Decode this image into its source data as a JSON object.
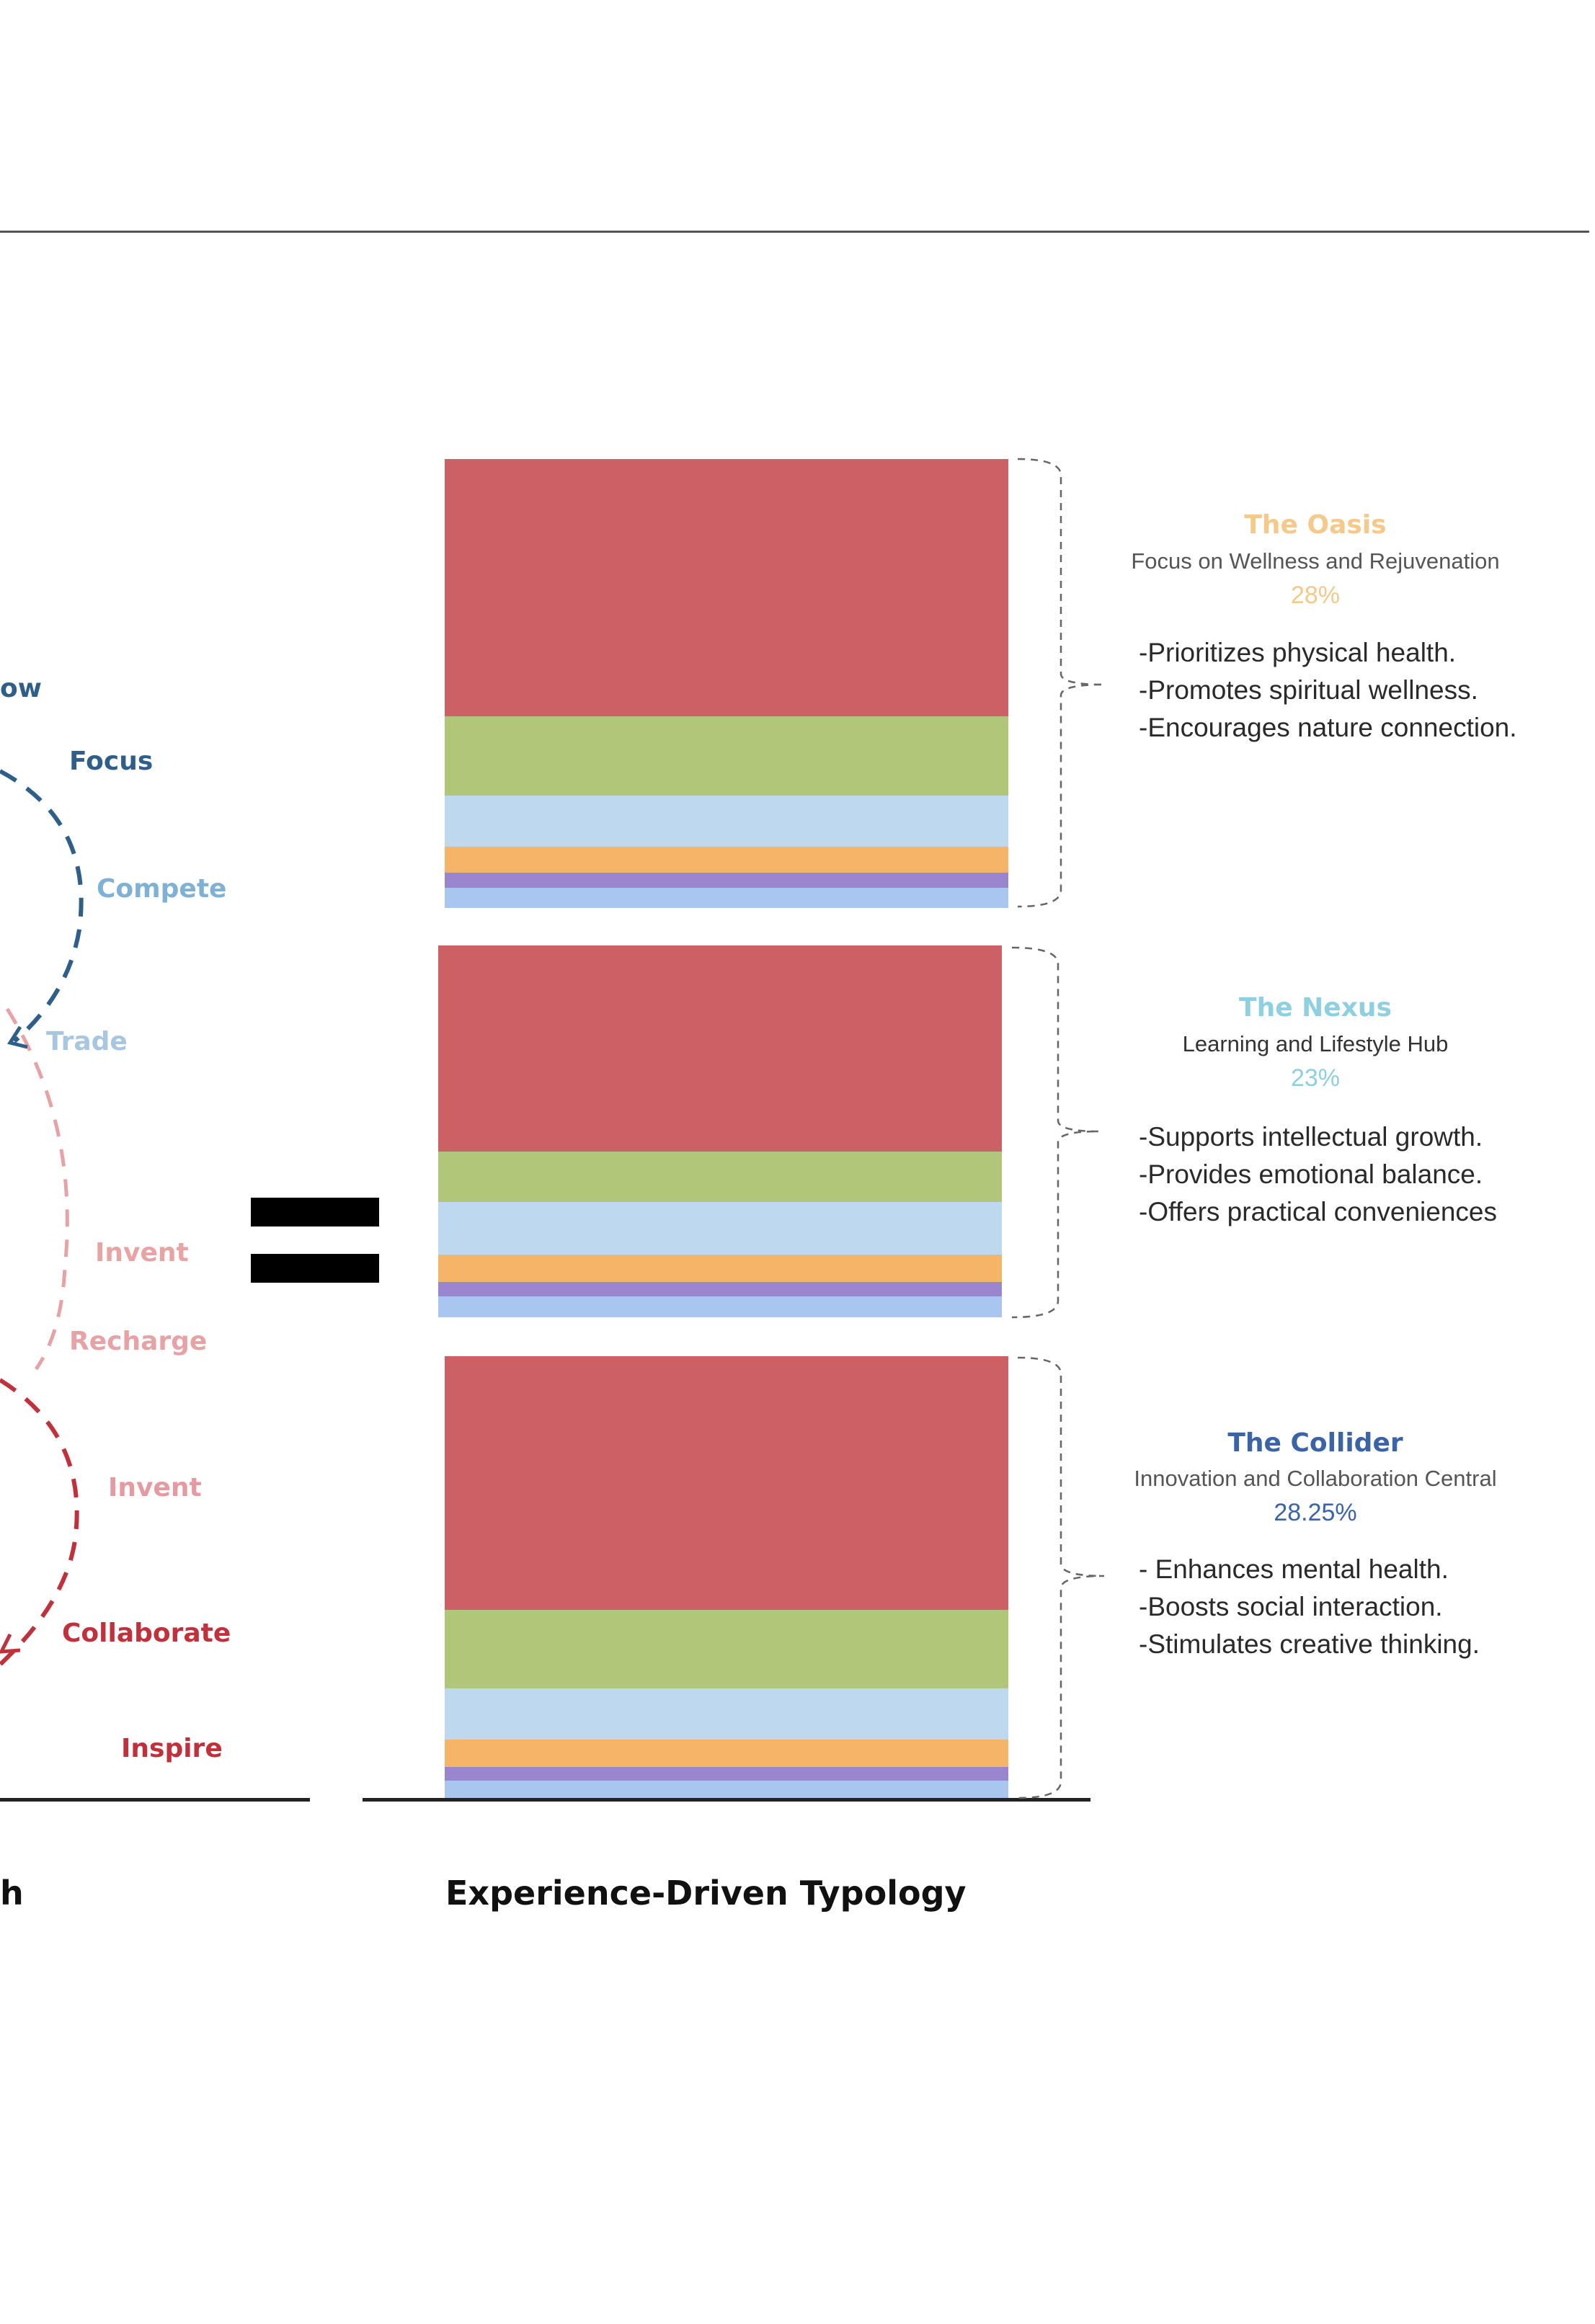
{
  "colors": {
    "red": "#cc6064",
    "green": "#b1c679",
    "light_blue": "#bdd8ef",
    "orange": "#f6b466",
    "purple": "#9a86cf",
    "periwinkle": "#a8c6ef",
    "oasis_accent": "#f4c98a",
    "nexus_accent": "#8fd0e0",
    "collider_accent": "#3b63a8",
    "dark_blue_loop": "#2f5f89",
    "light_blue_loop": "#7fb1d6",
    "pink_loop": "#e7a2a5",
    "red_loop": "#c0313c"
  },
  "left_diagram": {
    "partial_label_top": "ow",
    "partial_caption": "h",
    "labels": {
      "focus": "Focus",
      "compete": "Compete",
      "trade": "Trade",
      "invent_upper": "Invent",
      "recharge": "Recharge",
      "invent_lower": "Invent",
      "collaborate": "Collaborate",
      "inspire": "Inspire"
    }
  },
  "typologies": [
    {
      "title": "The Oasis",
      "subtitle": "Focus on Wellness and Rejuvenation",
      "percent": "28%",
      "bullets": [
        "-Prioritizes physical health.",
        "-Promotes spiritual wellness.",
        "-Encourages nature connection."
      ]
    },
    {
      "title": "The Nexus",
      "subtitle": "Learning and Lifestyle Hub",
      "percent": "23%",
      "bullets": [
        "-Supports intellectual growth.",
        "-Provides emotional balance.",
        "-Offers practical conveniences"
      ]
    },
    {
      "title": "The Collider",
      "subtitle": "Innovation and Collaboration Central",
      "percent": "28.25%",
      "bullets": [
        "- Enhances mental health.",
        "-Boosts social interaction.",
        "-Stimulates creative thinking."
      ]
    }
  ],
  "caption": "Experience-Driven Typology"
}
